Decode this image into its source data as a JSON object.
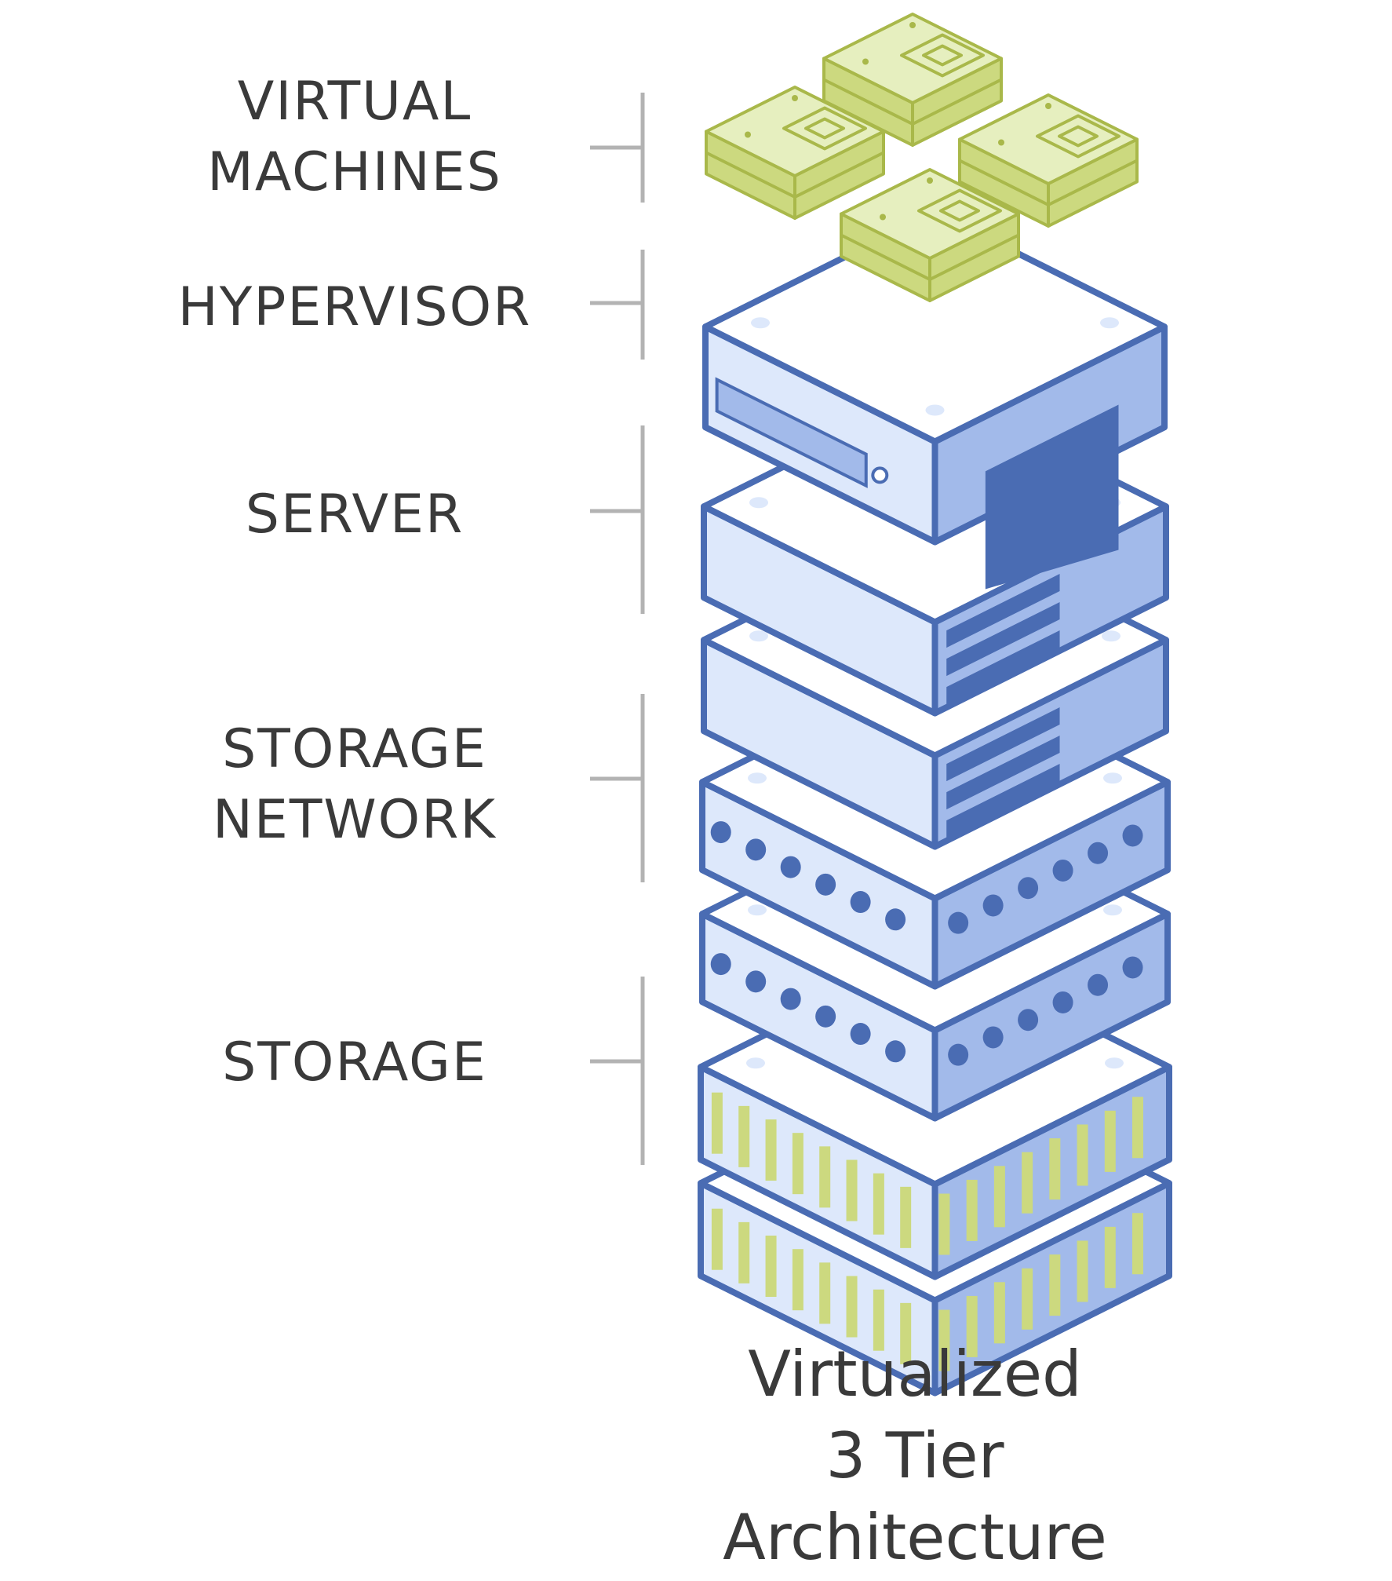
{
  "layers": [
    {
      "id": "vms",
      "lines": [
        "VIRTUAL",
        "MACHINES"
      ]
    },
    {
      "id": "hypervisor",
      "lines": [
        "HYPERVISOR"
      ]
    },
    {
      "id": "server",
      "lines": [
        "SERVER"
      ]
    },
    {
      "id": "storage_network",
      "lines": [
        "STORAGE",
        "NETWORK"
      ]
    },
    {
      "id": "storage",
      "lines": [
        "STORAGE"
      ]
    }
  ],
  "caption": [
    "Virtualized",
    "3 Tier",
    "Architecture"
  ],
  "colors": {
    "outline": "#4a6cb3",
    "top_face": "#ffffff",
    "left_face": "#dde8fb",
    "right_face": "#a2baea",
    "dark_accent": "#4a6cb3",
    "vm_light": "#e6efbf",
    "vm_mid": "#ccd97f",
    "vm_outline": "#a9b84a",
    "storage_bar": "#ccd97f",
    "label_text": "#3a3a3a",
    "bracket": "#b3b3b3"
  }
}
